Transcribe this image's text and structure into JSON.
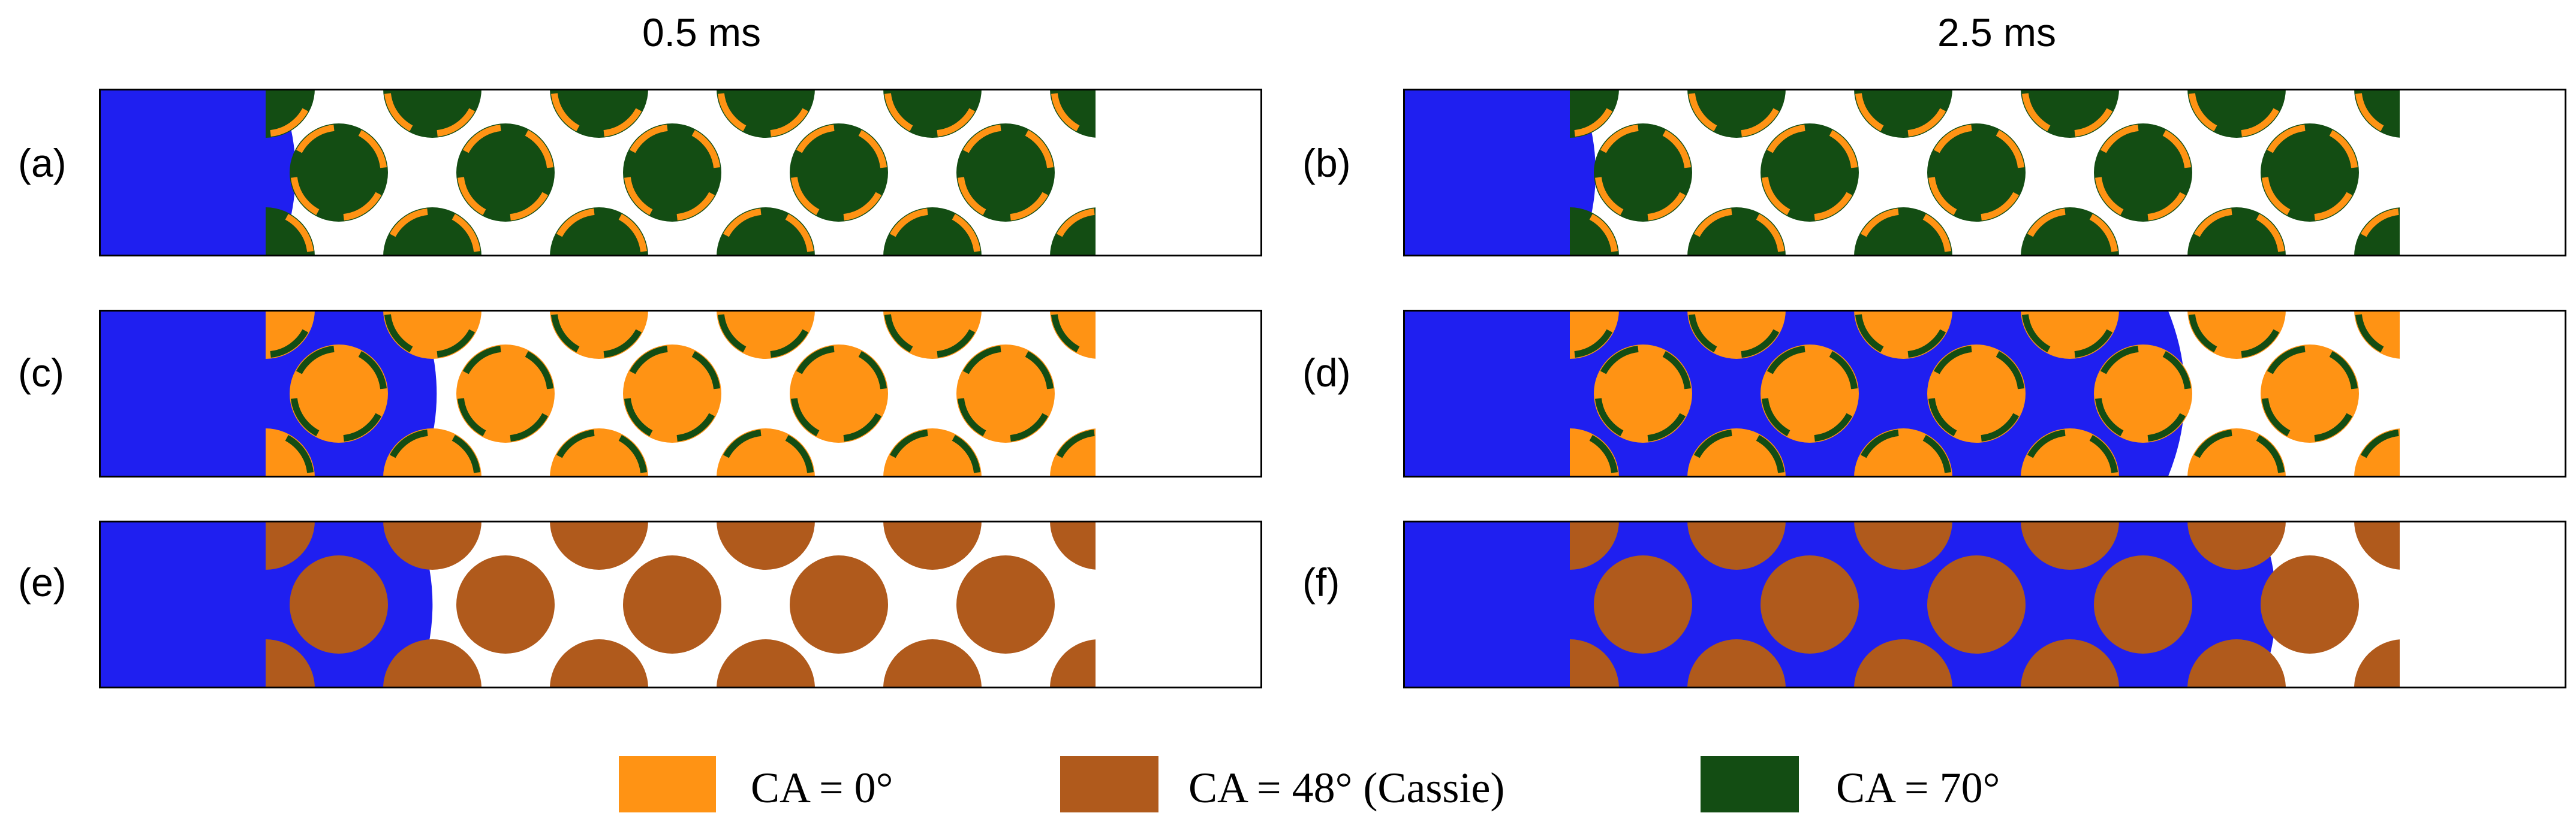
{
  "column_titles": [
    "0.5 ms",
    "2.5 ms"
  ],
  "colors": {
    "liquid": "#1f1ff0",
    "gas": "#ffffff",
    "ca_0": "#ff9314",
    "ca_48": "#b05a1c",
    "ca_70": "#134d13",
    "outline": "#000000"
  },
  "panels": [
    {
      "label": "(a)",
      "pattern": "green-orange",
      "front": 0.025
    },
    {
      "label": "(b)",
      "pattern": "green-orange",
      "front": 0.02
    },
    {
      "label": "(c)",
      "pattern": "orange-green",
      "front": 0.195
    },
    {
      "label": "(d)",
      "pattern": "orange-green",
      "front": 0.73
    },
    {
      "label": "(e)",
      "pattern": "brown",
      "front": 0.19
    },
    {
      "label": "(f)",
      "pattern": "brown",
      "front": 0.84
    }
  ],
  "legend": [
    {
      "label": "CA = 0°",
      "color": "#ff9314"
    },
    {
      "label": "CA = 48° (Cassie)",
      "color": "#b05a1c"
    },
    {
      "label": "CA = 70°",
      "color": "#134d13"
    }
  ]
}
